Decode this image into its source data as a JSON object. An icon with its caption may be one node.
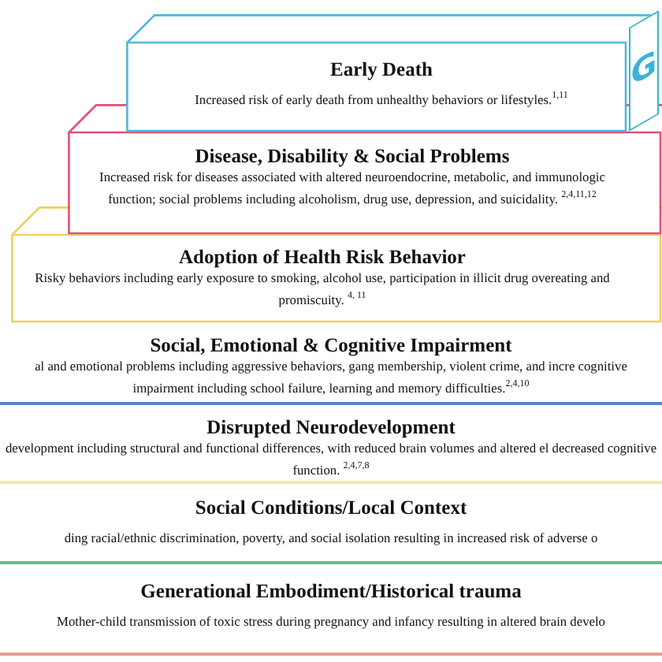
{
  "diagram": {
    "nodes": [
      {
        "text": [
          "Early Death",
          "Increased risk of early death from unhealthy behaviors or lifestyles.$^{1,11}$"
        ]
      },
      {
        "text": [
          "Disease, Disability & Social Problems",
          "Increased risk for diseases associated with altered neuroendocrine, metabolic, and immunologic function; social problems including alcoholism, drug use, depression, and suicidality. $^{2,4,11,12}$"
        ]
      },
      {
        "text": [
          "Adoption of Health Risk Behavior",
          "Risky behaviors including early exposure to smoking, alcohol use, participation in illicit drug overeating and promiscuity. $^{4, 11}$"
        ]
      },
      {
        "text": [
          "Social, Emotional & Cognitive Impairment",
          "al and emotional problems including aggressive behaviors, gang membership, violent crime, and incre cognitive impairment including school failure, learning and memory difficulties.$^{2,4,10}$"
        ]
      },
      {
        "text": [
          "Disrupted Neurodevelopment",
          "development including structural and functional differences, with reduced brain volumes and altered el decreased cognitive function. $^{2,4,7,8}$"
        ]
      },
      {
        "text": [
          "Social Conditions/Local Context",
          "ding racial/ethnic discrimination, poverty, and social isolation resulting in increased risk of adverse o"
        ]
      },
      {
        "text": [
          "Generational Embodiment/Historical trauma",
          "Mother-child transmission of toxic stress during pregnancy and infancy resulting in altered brain develo"
        ]
      }
    ],
    "labels": [
      "G"
    ]
  }
}
